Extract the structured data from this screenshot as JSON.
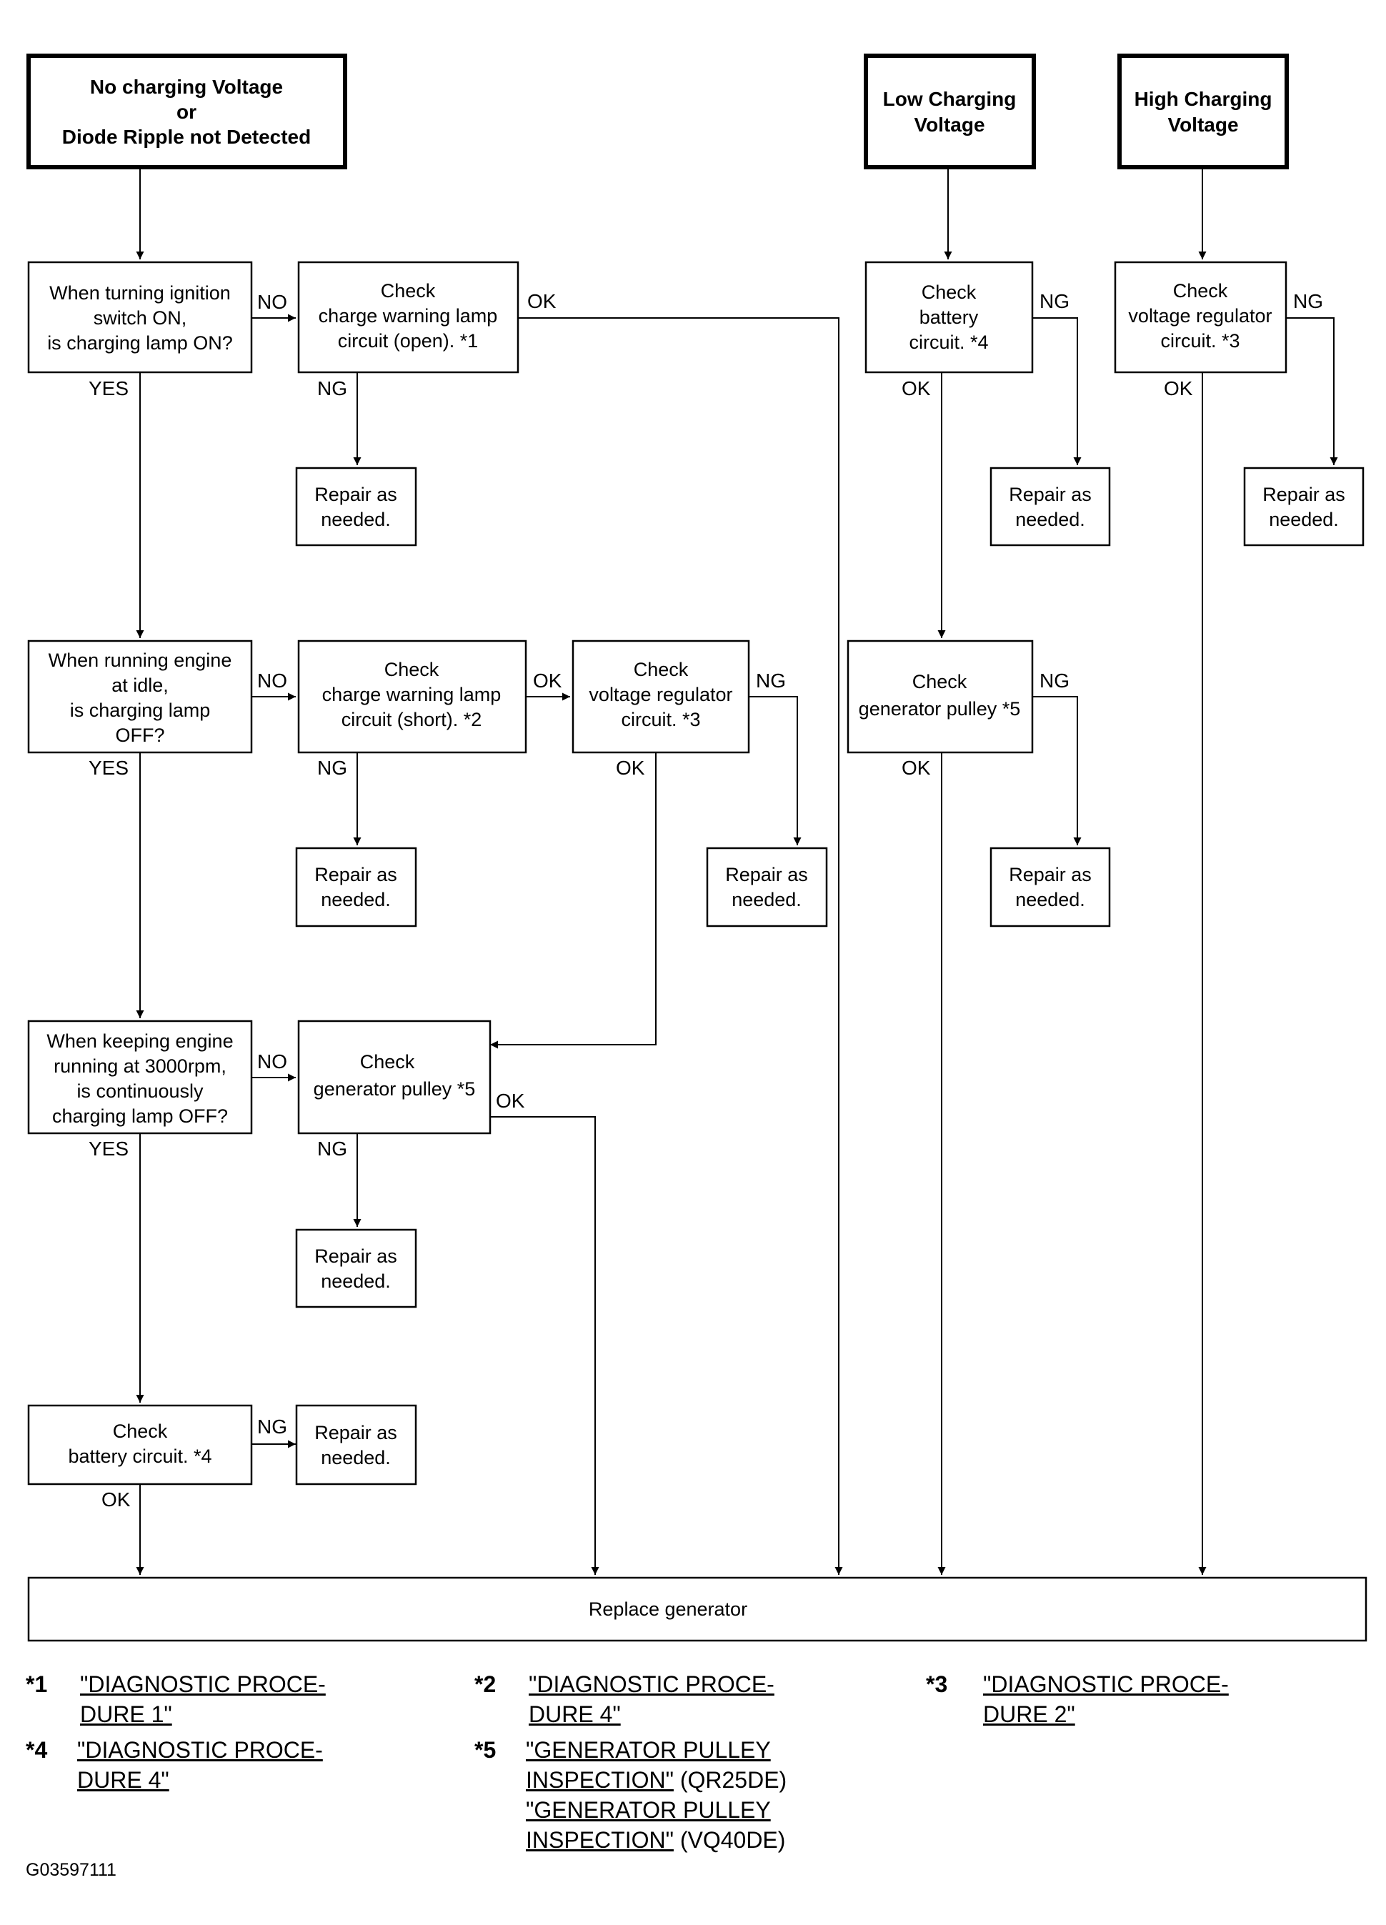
{
  "start": {
    "no_charge": [
      "No charging Voltage",
      "or",
      "Diode Ripple not Detected"
    ],
    "low": [
      "Low Charging",
      "Voltage"
    ],
    "high": [
      "High Charging",
      "Voltage"
    ]
  },
  "boxes": {
    "q1": [
      "When turning ignition",
      "switch ON,",
      "is charging lamp ON?"
    ],
    "c1": [
      "Check",
      "charge warning lamp",
      "circuit (open). *1"
    ],
    "q2": [
      "When running engine",
      "at idle,",
      "is charging lamp",
      "OFF?"
    ],
    "c2": [
      "Check",
      "charge warning lamp",
      "circuit (short). *2"
    ],
    "c3": [
      "Check",
      "voltage regulator",
      "circuit. *3"
    ],
    "q3": [
      "When keeping engine",
      "running at 3000rpm,",
      "is continuously",
      "charging lamp OFF?"
    ],
    "c4": [
      "Check",
      "generator pulley *5"
    ],
    "c5": [
      "Check",
      "battery circuit. *4"
    ],
    "lc1": [
      "Check",
      "battery",
      "circuit. *4"
    ],
    "lc2": [
      "Check",
      "generator pulley *5"
    ],
    "hc1": [
      "Check",
      "voltage regulator",
      "circuit. *3"
    ],
    "repair": [
      "Repair as",
      "needed."
    ],
    "replace": "Replace generator"
  },
  "labels": {
    "no": "NO",
    "yes": "YES",
    "ok": "OK",
    "ng": "NG"
  },
  "footnotes": {
    "n1": {
      "mark": "*1",
      "line1": "\"DIAGNOSTIC PROCE-",
      "line2": "DURE 1\""
    },
    "n2": {
      "mark": "*2",
      "line1": "\"DIAGNOSTIC PROCE-",
      "line2": "DURE 4\""
    },
    "n3": {
      "mark": "*3",
      "line1": "\"DIAGNOSTIC PROCE-",
      "line2": "DURE 2\""
    },
    "n4": {
      "mark": "*4",
      "line1": "\"DIAGNOSTIC PROCE-",
      "line2": "DURE 4\""
    },
    "n5": {
      "mark": "*5",
      "line1": "\"GENERATOR PULLEY",
      "line2": "INSPECTION\"",
      "line2_suffix": " (QR25DE)",
      "line3": "\"GENERATOR PULLEY",
      "line4": "INSPECTION\"",
      "line4_suffix": " (VQ40DE)"
    }
  },
  "figure_id": "G03597111"
}
